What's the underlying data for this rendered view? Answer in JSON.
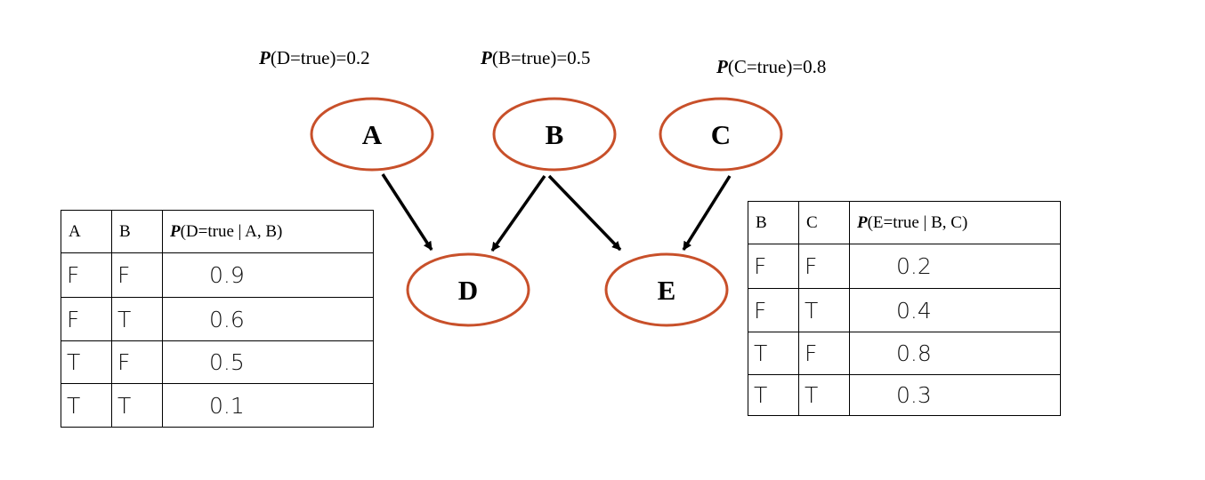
{
  "network": {
    "nodes": [
      {
        "id": "A",
        "label": "A"
      },
      {
        "id": "B",
        "label": "B"
      },
      {
        "id": "C",
        "label": "C"
      },
      {
        "id": "D",
        "label": "D"
      },
      {
        "id": "E",
        "label": "E"
      }
    ],
    "edges": [
      {
        "from": "A",
        "to": "D"
      },
      {
        "from": "B",
        "to": "D"
      },
      {
        "from": "B",
        "to": "E"
      },
      {
        "from": "C",
        "to": "E"
      }
    ],
    "node_border_color": "#c8502a",
    "arrow_color": "#000000"
  },
  "priors": [
    {
      "p": "P",
      "text": "(D=true)=0.2"
    },
    {
      "p": "P",
      "text": "(B=true)=0.5"
    },
    {
      "p": "P",
      "text": "(C=true)=0.8"
    }
  ],
  "table_d": {
    "headers": [
      "A",
      "B"
    ],
    "prob_header_p": "P",
    "prob_header_text": "(D=true | A, B)",
    "rows": [
      [
        "F",
        "F",
        "0.9"
      ],
      [
        "F",
        "T",
        "0.6"
      ],
      [
        "T",
        "F",
        "0.5"
      ],
      [
        "T",
        "T",
        "0.1"
      ]
    ]
  },
  "table_e": {
    "headers": [
      "B",
      "C"
    ],
    "prob_header_p": "P",
    "prob_header_text": "(E=true | B, C)",
    "rows": [
      [
        "F",
        "F",
        "0.2"
      ],
      [
        "F",
        "T",
        "0.4"
      ],
      [
        "T",
        "F",
        "0.8"
      ],
      [
        "T",
        "T",
        "0.3"
      ]
    ]
  }
}
